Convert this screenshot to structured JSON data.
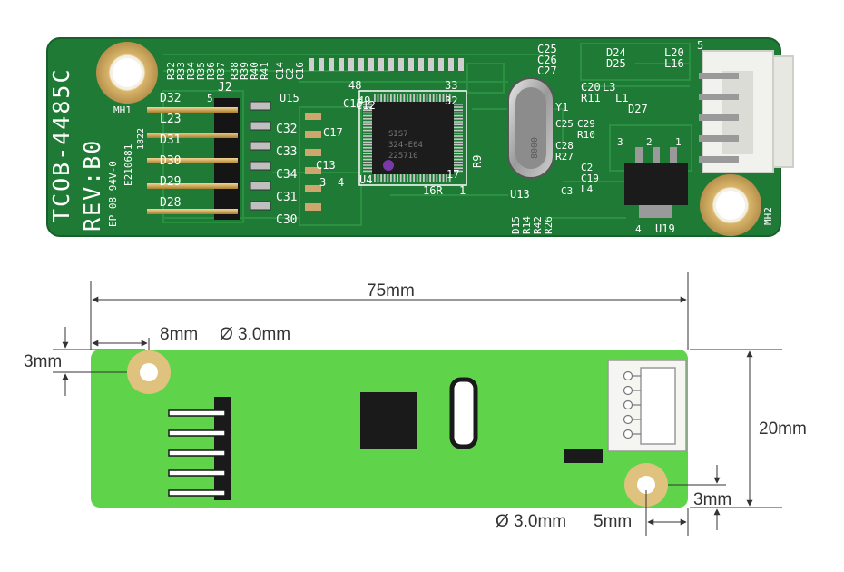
{
  "pcb_photo": {
    "board_id": "TCOB-4485C",
    "revision": "REV:B0",
    "fr_rating": "EP 08 94V-0",
    "ul_number": "E210681",
    "date_code": "1822",
    "chip_marking": [
      "SIS7",
      "324-E04",
      "225710"
    ],
    "crystal_marking": "8000",
    "connector_pin_label": "5",
    "header_pin_label": "5",
    "silkscreen": {
      "mh1": "MH1",
      "mh2": "MH2",
      "j2": "J2",
      "u15": "U15",
      "u4": "U4",
      "u13": "U13",
      "u19": "U19",
      "y1": "Y1",
      "r9": "R9",
      "r6": "16R",
      "resistor_column_a": [
        "R32",
        "R33",
        "R34",
        "R35",
        "R36",
        "R37"
      ],
      "resistor_column_b": [
        "R38",
        "R39",
        "R40",
        "R41"
      ],
      "resistor_column_c": [
        "C14",
        "C2",
        "C16"
      ],
      "diodes_left": [
        "D32",
        "L23",
        "D31",
        "D30",
        "D29",
        "D28"
      ],
      "caps_left": [
        "C32",
        "C33",
        "C34",
        "C31",
        "C30"
      ],
      "pin_numbers_chip": [
        "48",
        "49",
        "33",
        "32",
        "17",
        "1"
      ],
      "top_right_caps": [
        "C25",
        "C26",
        "C27"
      ],
      "top_right_parts": [
        "D24",
        "D25",
        "L20",
        "L16"
      ],
      "mid_right": [
        "C20",
        "R11",
        "L3",
        "L1",
        "D27"
      ],
      "near_crystal": [
        "C25",
        "C29",
        "R10",
        "C28",
        "R27",
        "C2",
        "C19",
        "C3",
        "L4"
      ],
      "bottom_row": [
        "D15",
        "R14",
        "R42",
        "R26"
      ],
      "reg_pins": [
        "3",
        "2",
        "4",
        "1"
      ],
      "misc": [
        "C17",
        "C13",
        "C15",
        "C12",
        "3",
        "4"
      ]
    }
  },
  "dimensions": {
    "length": "75mm",
    "hole_offset_x": "8mm",
    "hole_diameter_top": "Ø 3.0mm",
    "hole_offset_y_top": "3mm",
    "height": "20mm",
    "hole_offset_y_bottom": "3mm",
    "hole_diameter_bottom": "Ø 3.0mm",
    "hole_offset_x_bottom": "5mm"
  },
  "colors": {
    "pcb_dark_green": "#1f7a36",
    "pcb_photo_edge": "#16612a",
    "diagram_green": "#5fd44a",
    "gold": "#d9b36a",
    "black": "#1a1a1a",
    "dim_line": "#333333"
  }
}
